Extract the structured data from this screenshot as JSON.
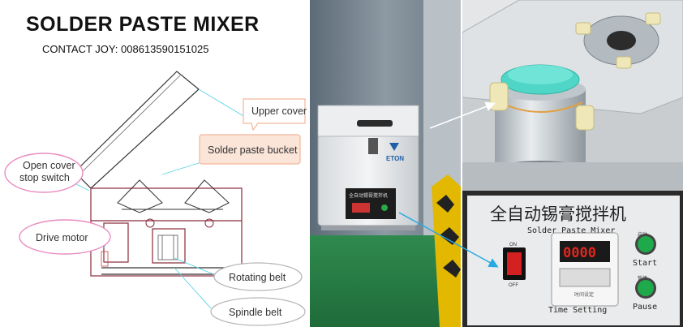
{
  "header": {
    "title": "SOLDER PASTE MIXER",
    "contact": "CONTACT JOY: 008613590151025"
  },
  "callouts": {
    "upper_cover": "Upper cover",
    "bucket": "Solder paste bucket",
    "cover_switch_line1": "Open cover",
    "cover_switch_line2": "stop switch",
    "drive_motor": "Drive motor",
    "rotating_belt": "Rotating belt",
    "spindle_belt": "Spindle belt"
  },
  "machine": {
    "brand": "ETON",
    "front_label": "全自动锡膏搅拌机"
  },
  "control_panel": {
    "title_cn": "全自动锡膏搅拌机",
    "title_en": "Solder Paste Mixer",
    "on_label": "ON",
    "off_label": "OFF",
    "timer_digits": "0000",
    "start_label": "Start",
    "start_cn": "启动",
    "pause_label": "Pause",
    "pause_cn": "暂停",
    "time_setting": "Time Setting",
    "time_setting_cn": "时间设定"
  },
  "colors": {
    "callout_pink": "#e98cc0",
    "callout_salmon": "#f2b69a",
    "leader_cyan": "#5ad3e6",
    "start_button": "#1ea94a",
    "timer_digits": "#e1261c",
    "lid_cap": "#4fd6c7",
    "arrow": "#27a9e1"
  }
}
